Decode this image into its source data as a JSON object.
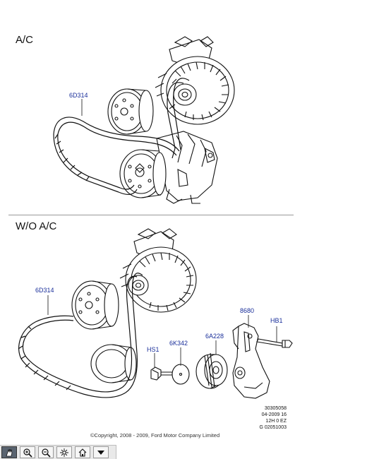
{
  "sections": {
    "ac_title": "A/C",
    "woac_title": "W/O A/C"
  },
  "callouts": {
    "ac_belt": "6D314",
    "woac_belt": "6D314",
    "hs1": "HS1",
    "k342": "6K342",
    "a228": "6A228",
    "b8680": "8680",
    "hb1": "HB1"
  },
  "reference": {
    "line1": "30305058",
    "line2": "04-2009 16",
    "line3": "12H 0 EZ",
    "line4": "G 02051003"
  },
  "copyright": "©Copyright, 2008 - 2009, Ford Motor Company Limited",
  "toolbar": {
    "buttons": [
      "pan-icon",
      "zoom-in-icon",
      "zoom-out-icon",
      "fit-icon",
      "home-icon",
      "menu-arrow-icon"
    ]
  },
  "colors": {
    "callout": "#1a2f9a",
    "line": "#111111",
    "toolbar_active": "#5a6470"
  }
}
